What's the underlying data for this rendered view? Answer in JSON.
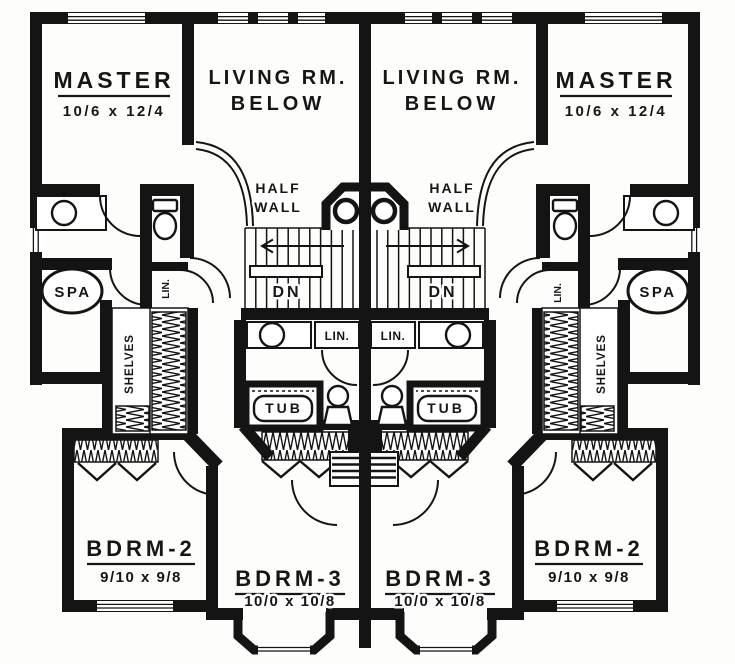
{
  "plan": {
    "colors": {
      "ink": "#141414",
      "paper": "#ffffff"
    },
    "left_unit": {
      "master": {
        "name": "MASTER",
        "dims": "10/6 x 12/4"
      },
      "living": {
        "line1": "LIVING RM.",
        "line2": "BELOW"
      },
      "half_wall": {
        "line1": "HALF",
        "line2": "WALL"
      },
      "stairs": {
        "down": "DN"
      },
      "hall_linen": "LIN.",
      "closet_linen": "LIN.",
      "shelves": "SHELVES",
      "spa": "SPA",
      "tub": "TUB",
      "bdrm2": {
        "name": "BDRM-2",
        "dims": "9/10 x 9/8"
      },
      "bdrm3": {
        "name": "BDRM-3",
        "dims": "10/0 x 10/8"
      }
    },
    "right_unit": {
      "master": {
        "name": "MASTER",
        "dims": "10/6 x 12/4"
      },
      "living": {
        "line1": "LIVING RM.",
        "line2": "BELOW"
      },
      "half_wall": {
        "line1": "HALF",
        "line2": "WALL"
      },
      "stairs": {
        "down": "DN"
      },
      "hall_linen": "LIN.",
      "closet_linen": "LIN.",
      "shelves": "SHELVES",
      "spa": "SPA",
      "tub": "TUB",
      "bdrm2": {
        "name": "BDRM-2",
        "dims": "9/10 x 9/8"
      },
      "bdrm3": {
        "name": "BDRM-3",
        "dims": "10/0 x 10/8"
      }
    }
  }
}
